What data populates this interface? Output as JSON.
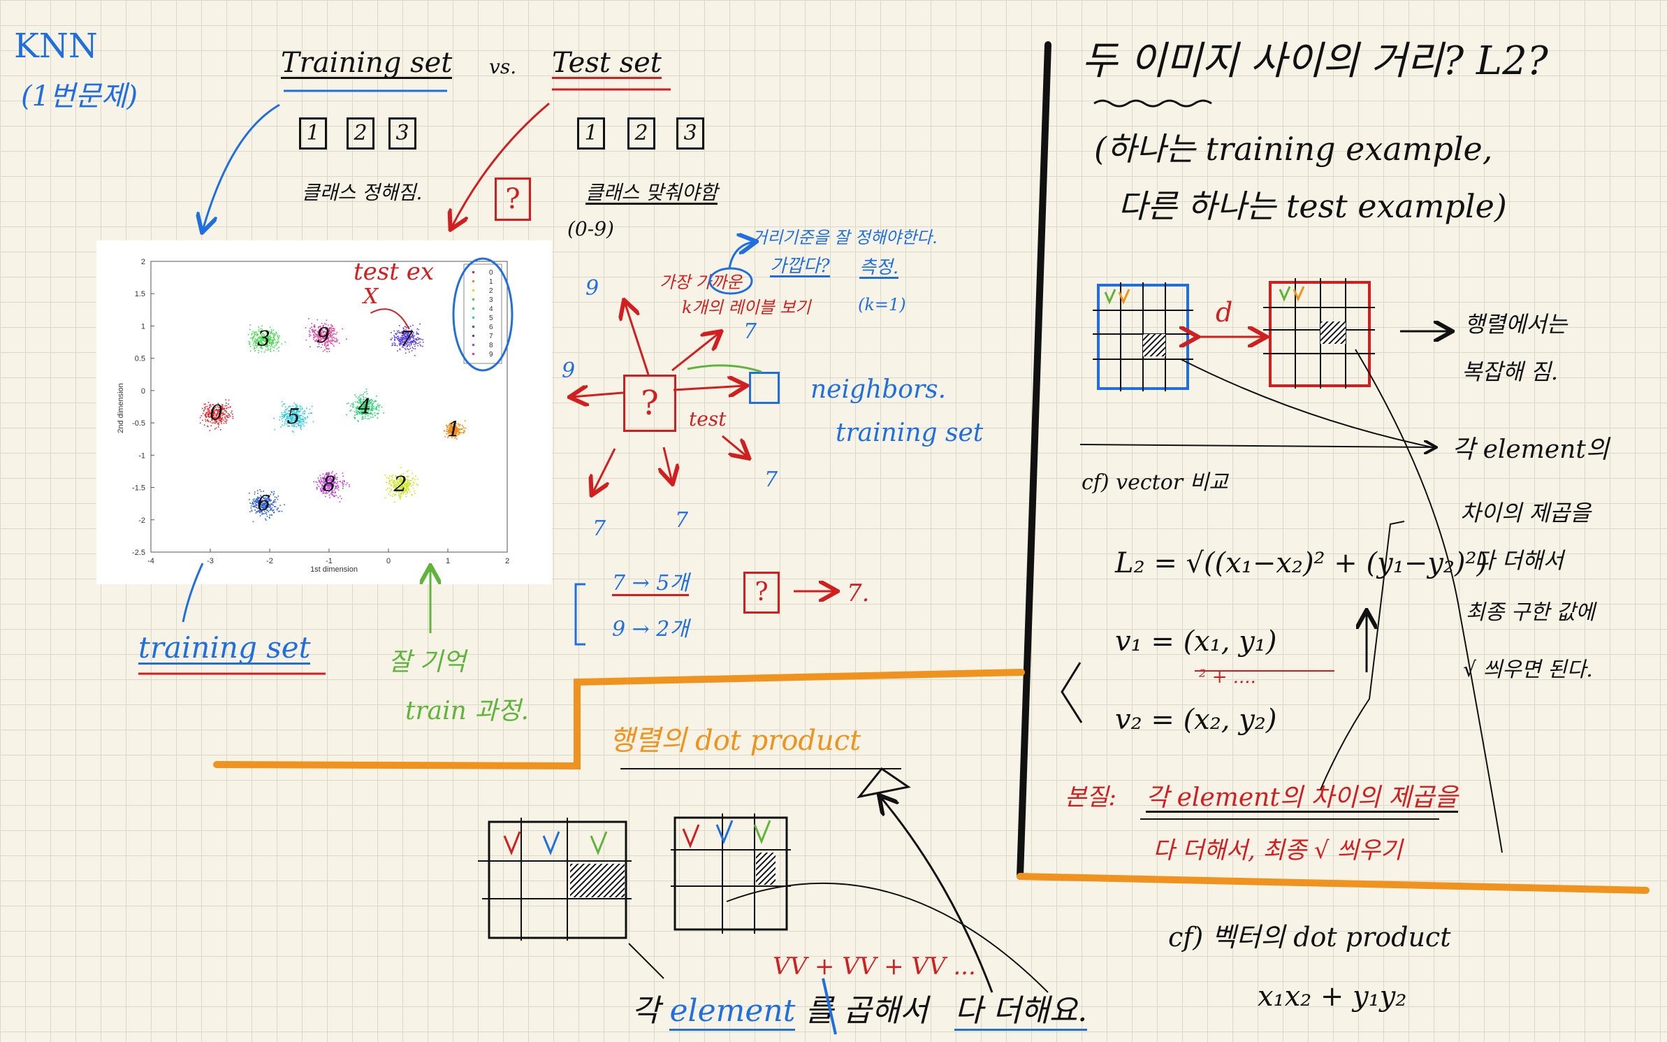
{
  "left": {
    "knn": "KNN",
    "problem": "(1번문제)",
    "training_set": "Training set",
    "vs": "vs.",
    "test_set": "Test set",
    "train_boxes": [
      "1",
      "2",
      "3"
    ],
    "test_boxes": [
      "1",
      "2",
      "3"
    ],
    "class_set": "클래스 정해짐.",
    "class_guess": "클래스 맞춰야함",
    "range": "(0-9)",
    "q": "?"
  },
  "scatter": {
    "xlabel": "1st dimension",
    "ylabel": "2nd dimension",
    "xticks": [
      "-4",
      "-3",
      "-2",
      "-1",
      "0",
      "1",
      "2"
    ],
    "yticks": [
      "2",
      "1.5",
      "1",
      "0.5",
      "0",
      "-0.5",
      "-1",
      "-1.5",
      "-2",
      "-2.5"
    ],
    "legend": [
      "0",
      "1",
      "2",
      "3",
      "4",
      "5",
      "6",
      "7",
      "8",
      "9"
    ],
    "test_ex": "test ex",
    "cluster_labels": [
      {
        "label": "3",
        "x": -2.1,
        "y": 0.8
      },
      {
        "label": "9",
        "x": -1.1,
        "y": 0.85
      },
      {
        "label": "7",
        "x": 0.3,
        "y": 0.8
      },
      {
        "label": "0",
        "x": -2.9,
        "y": -0.35
      },
      {
        "label": "5",
        "x": -1.6,
        "y": -0.4
      },
      {
        "label": "4",
        "x": -0.4,
        "y": -0.25
      },
      {
        "label": "1",
        "x": 1.1,
        "y": -0.6
      },
      {
        "label": "8",
        "x": -1.0,
        "y": -1.45
      },
      {
        "label": "2",
        "x": 0.2,
        "y": -1.45
      },
      {
        "label": "6",
        "x": -2.1,
        "y": -1.75
      }
    ],
    "colors": [
      "#e8262a",
      "#f08a10",
      "#c9e619",
      "#3fd94a",
      "#22d46b",
      "#27c9e0",
      "#2b5fd6",
      "#5a3de0",
      "#c03ad8",
      "#e03a9a"
    ]
  },
  "under_plot": {
    "training_set": "training set",
    "test_note_1": "잘 기억",
    "test_note_2": "train 과정."
  },
  "knn_diagram": {
    "dist_criterion": "거리기준을 잘 정해야한다.",
    "closest": "가장 가까운",
    "close_q": "가깝다?",
    "k_view": "k개의 레이블 보기",
    "measure": "측정.",
    "k": "(k=1)",
    "nine": "9",
    "seven": "7",
    "neighbors": "neighbors.",
    "training_set": "training set",
    "test": "test",
    "q": "?",
    "vote1": "7 → 5개",
    "vote2": "9 → 2개",
    "result": "7."
  },
  "right": {
    "title": "두 이미지 사이의 거리? L2?",
    "line1": "(하나는 training example,",
    "line2": "다른 하나는 test example)",
    "d": "d",
    "matrix_note1": "행렬에서는",
    "matrix_note2": "복잡해 짐.",
    "each_elem1": "각 element의",
    "each_elem2": "차이의 제곱을",
    "each_elem3": "다 더해서",
    "each_elem4": "최종 구한 값에",
    "each_elem5": "√ 씌우면 된다.",
    "cf_vector": "cf) vector 비교",
    "l2_formula": "L₂ = √((x₁−x₂)² + (y₁−y₂)²)",
    "v1": "v₁ = (x₁, y₁)",
    "v2": "v₂ = (x₂, y₂)",
    "sq_plus": "² + ....",
    "summary_label": "본질:",
    "summary1": "각 element의 차이의 제곱을",
    "summary2": "다 더해서, 최종 √ 씌우기",
    "cf_dot": "cf) 벡터의 dot product",
    "dot_formula": "x₁x₂ + y₁y₂"
  },
  "dot": {
    "title": "행렬의 dot product",
    "checks": "VV + VV + VV ...",
    "bottom_prefix": "각",
    "bottom_element": "element",
    "bottom_rest": "를 곱해서",
    "bottom_add": "다 더해요."
  }
}
